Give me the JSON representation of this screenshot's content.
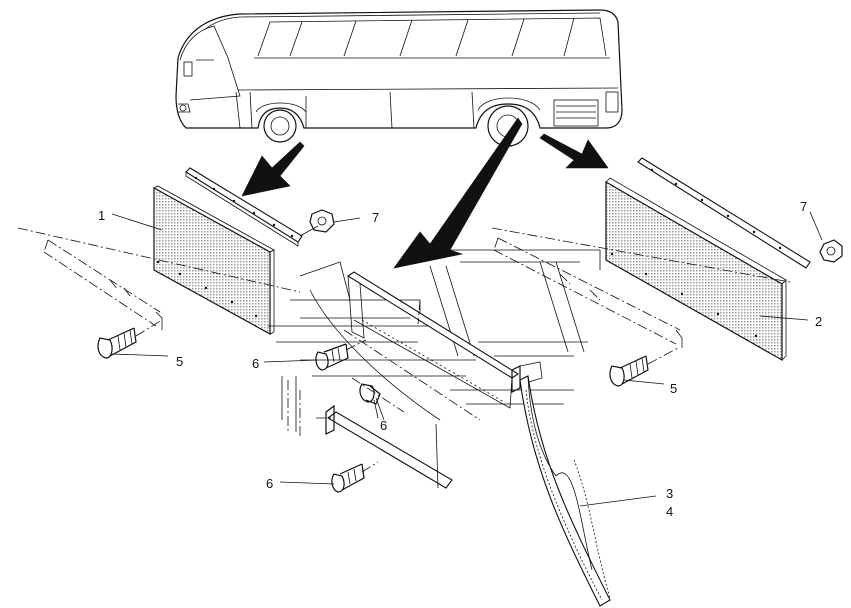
{
  "callouts": [
    {
      "id": "c1",
      "text": "1"
    },
    {
      "id": "c2",
      "text": "2"
    },
    {
      "id": "c3",
      "text": "3"
    },
    {
      "id": "c4",
      "text": "4"
    },
    {
      "id": "c5a",
      "text": "5"
    },
    {
      "id": "c5b",
      "text": "5"
    },
    {
      "id": "c6a",
      "text": "6"
    },
    {
      "id": "c6b",
      "text": "6"
    },
    {
      "id": "c6c",
      "text": "6"
    },
    {
      "id": "c7a",
      "text": "7"
    },
    {
      "id": "c7b",
      "text": "7"
    }
  ],
  "colors": {
    "line": "#111111",
    "background": "#ffffff",
    "mesh": "#8a8a8a"
  }
}
